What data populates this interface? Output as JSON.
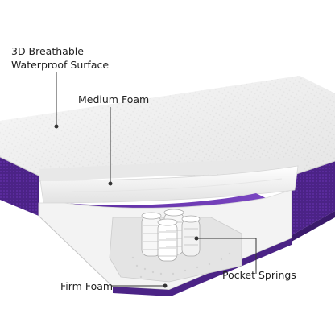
{
  "callouts": {
    "surface_line1": "3D Breathable",
    "surface_line2": "Waterproof Surface",
    "medium_foam": "Medium Foam",
    "pocket_springs": "Pocket Springs",
    "firm_foam": "Firm Foam"
  },
  "colors": {
    "purple": "#4b2386",
    "purple_light": "#7a46c2",
    "surface_white": "#f4f4f4",
    "foam_white": "#fafafa",
    "line": "#333333"
  }
}
